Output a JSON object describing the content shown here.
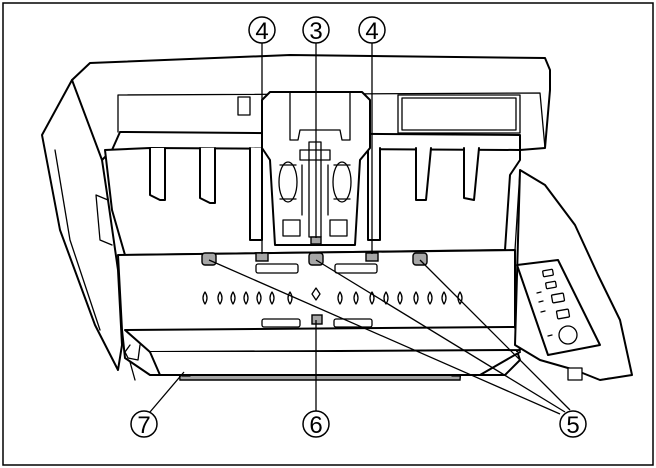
{
  "figure": {
    "callouts": [
      {
        "id": "c4a",
        "label": "4"
      },
      {
        "id": "c3",
        "label": "3"
      },
      {
        "id": "c4b",
        "label": "4"
      },
      {
        "id": "c5",
        "label": "5"
      },
      {
        "id": "c6",
        "label": "6"
      },
      {
        "id": "c7",
        "label": "7"
      }
    ]
  }
}
